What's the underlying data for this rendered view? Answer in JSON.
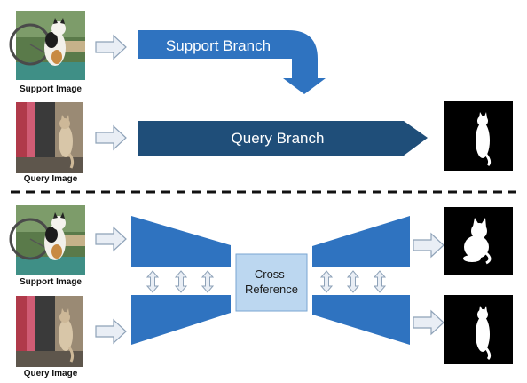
{
  "top": {
    "support_caption": "Support Image",
    "query_caption": "Query Image",
    "support_branch_label": "Support Branch",
    "query_branch_label": "Query Branch"
  },
  "bottom": {
    "support_caption": "Support Image",
    "query_caption": "Query Image",
    "cross_reference_line1": "Cross-",
    "cross_reference_line2": "Reference"
  },
  "colors": {
    "support_blue": "#2f73c0",
    "query_navy": "#1f4e79",
    "cross_reference_fill": "#bcd7f0",
    "arrow_fill": "#e9eef5",
    "arrow_stroke": "#8ea2b8",
    "divider": "#111111"
  },
  "icons": {
    "input_arrow": "right-arrow-icon",
    "output_arrow": "right-arrow-icon",
    "exchange_arrow": "up-down-arrow-icon"
  }
}
